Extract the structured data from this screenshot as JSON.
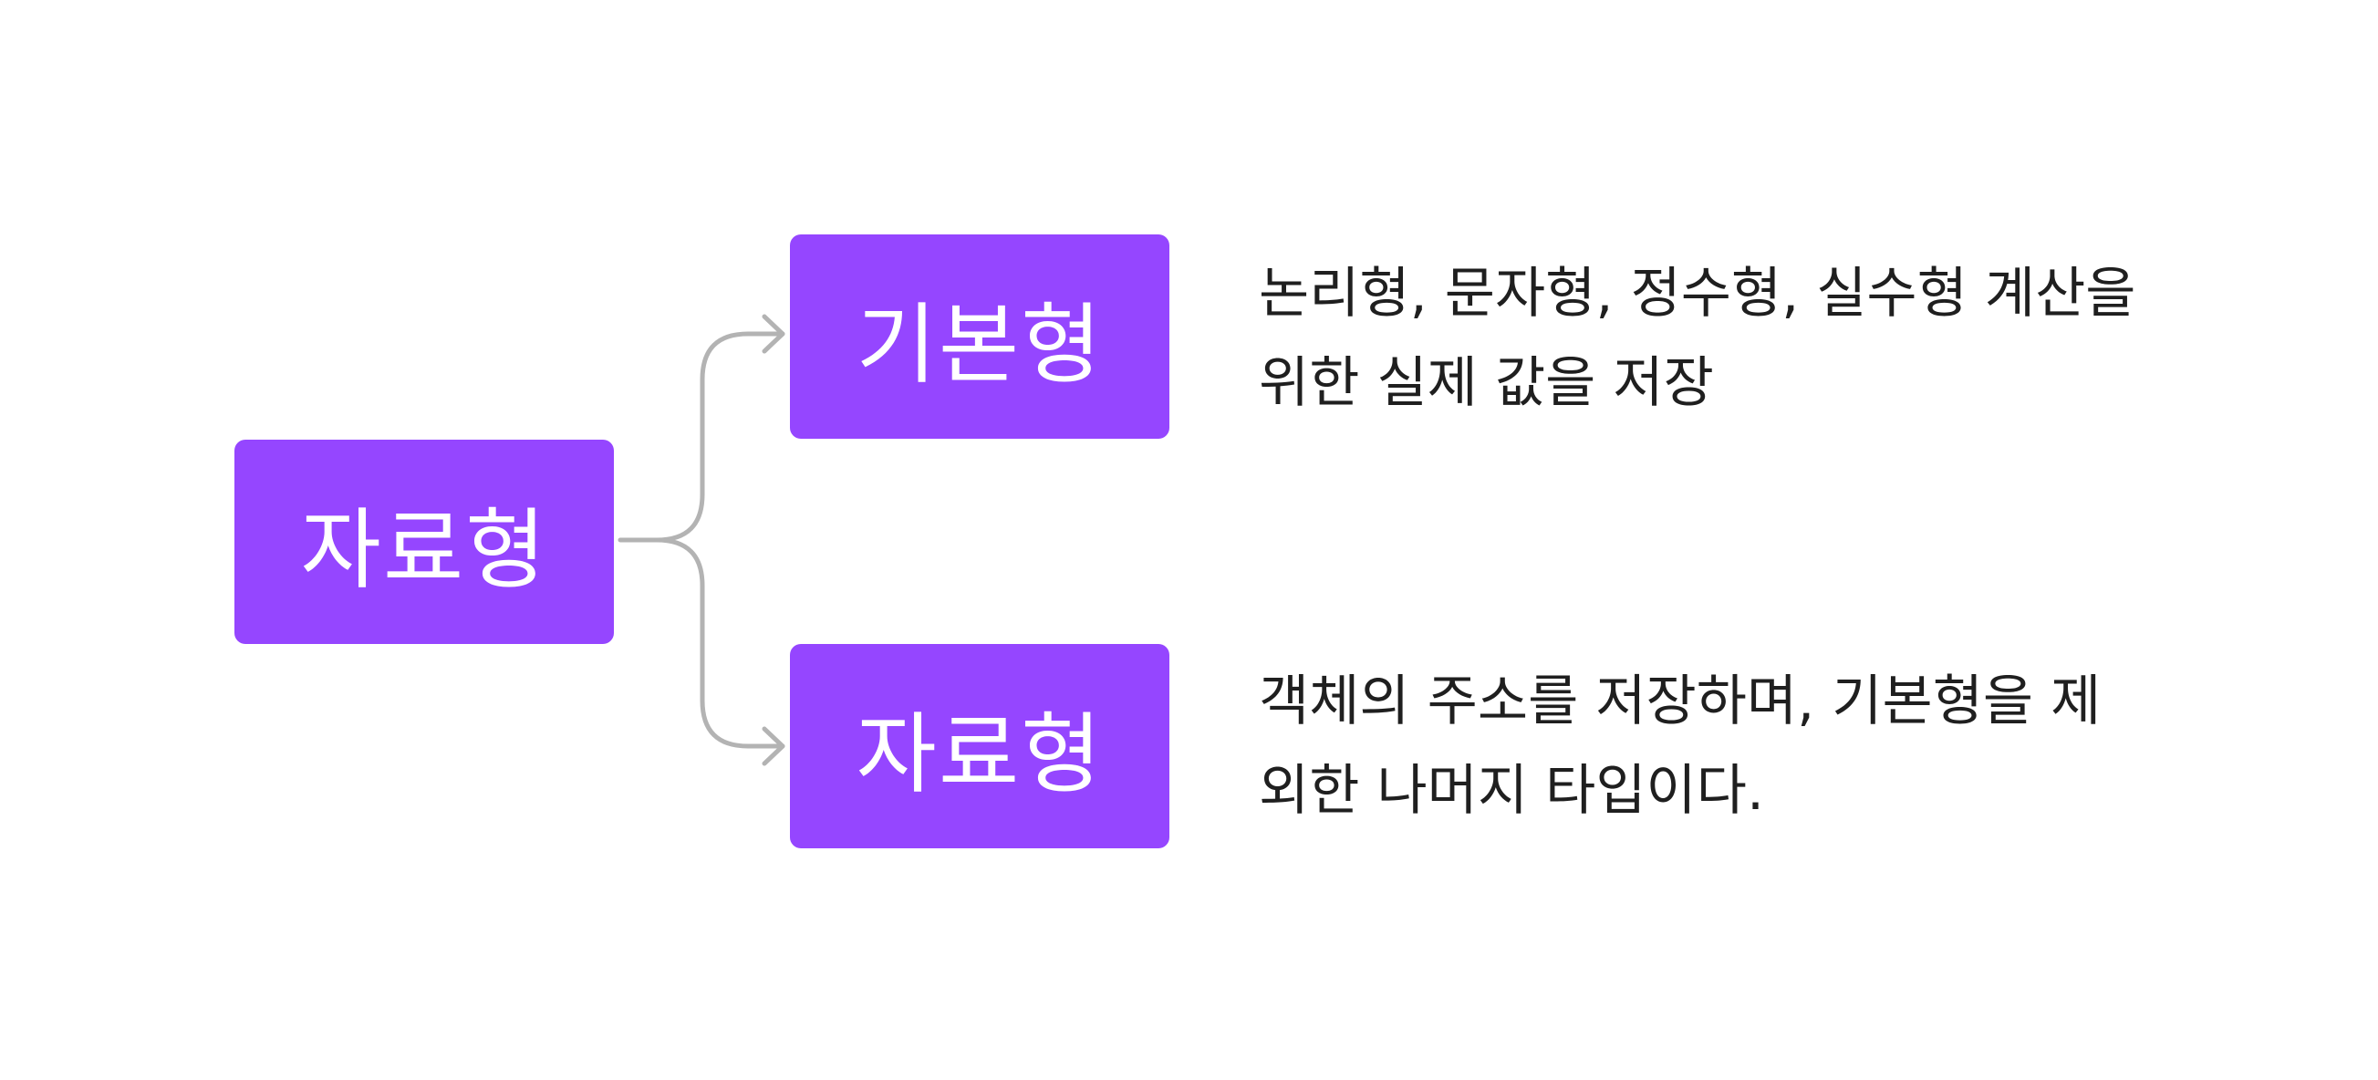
{
  "diagram": {
    "root": {
      "label": "자료형"
    },
    "branches": [
      {
        "label": "기본형",
        "description": [
          "논리형, 문자형, 정수형, 실수형 계산을",
          "위한 실제 값을 저장"
        ]
      },
      {
        "label": "자료형",
        "description": [
          "객체의 주소를 저장하며, 기본형을 제",
          "외한 나머지 타입이다."
        ]
      }
    ]
  },
  "colors": {
    "node_fill": "#9546ff",
    "node_text": "#ffffff",
    "connector": "#b3b3b3",
    "description_text": "#1f1f1f",
    "background": "#ffffff"
  }
}
